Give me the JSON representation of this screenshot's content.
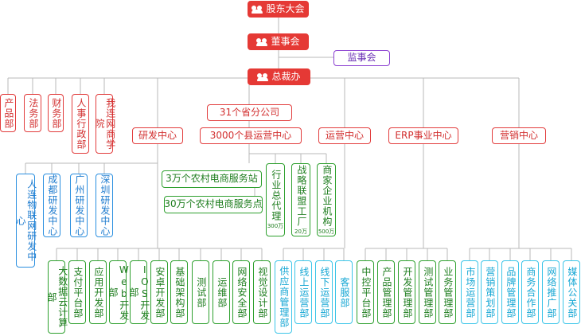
{
  "nodes": [
    {
      "id": "shareholders",
      "label": "股东大会",
      "color": "red",
      "filled": true,
      "icon": "people-icon"
    },
    {
      "id": "board",
      "label": "董事会",
      "color": "red",
      "filled": true,
      "icon": "people-icon"
    },
    {
      "id": "supervisors",
      "label": "监事会",
      "color": "purple"
    },
    {
      "id": "ceo-office",
      "label": "总裁办",
      "color": "red",
      "filled": true,
      "icon": "people-icon"
    },
    {
      "id": "product-dept",
      "label": "产品部",
      "color": "red"
    },
    {
      "id": "legal-dept",
      "label": "法务部",
      "color": "red"
    },
    {
      "id": "finance-dept",
      "label": "财务部",
      "color": "red"
    },
    {
      "id": "hr-admin-dept",
      "label": "人事行政部",
      "color": "red"
    },
    {
      "id": "ecommerce-school",
      "label": "我连网商学院",
      "color": "red"
    },
    {
      "id": "provincial-branches",
      "label": "31个省分公司",
      "color": "red"
    },
    {
      "id": "rd-center",
      "label": "研发中心",
      "color": "red"
    },
    {
      "id": "county-ops-center",
      "label": "3000个县运营中心",
      "color": "red"
    },
    {
      "id": "ops-center",
      "label": "运营中心",
      "color": "red"
    },
    {
      "id": "erp-division",
      "label": "ERP事业中心",
      "color": "red"
    },
    {
      "id": "marketing-center",
      "label": "营销中心",
      "color": "red"
    },
    {
      "id": "iot-rd-center",
      "label": "人连物联网研发中心",
      "color": "blue"
    },
    {
      "id": "chengdu-rd-center",
      "label": "成都研发中心",
      "color": "blue"
    },
    {
      "id": "guangzhou-rd-center",
      "label": "广州研发中心",
      "color": "blue"
    },
    {
      "id": "shenzhen-rd-center",
      "label": "深圳研发中心",
      "color": "blue"
    },
    {
      "id": "rural-stations-30k-a",
      "label": "3万个农村电商服务站",
      "color": "green"
    },
    {
      "id": "rural-stations-30k-b",
      "label": "30万个农村电商服务点",
      "color": "green"
    },
    {
      "id": "general-agent",
      "label": "行业总代理",
      "sub": "300万",
      "color": "green"
    },
    {
      "id": "strategic-alliance",
      "label": "战略联盟工厂",
      "sub": "20万",
      "color": "green"
    },
    {
      "id": "merchant-orgs",
      "label": "商家企业机构",
      "sub": "500万",
      "color": "green"
    },
    {
      "id": "big-data-dept",
      "label": "大数据云计算部",
      "color": "green"
    },
    {
      "id": "payment-dept",
      "label": "支付平台部",
      "color": "green"
    },
    {
      "id": "app-dev-dept",
      "label": "应用开发部",
      "color": "green"
    },
    {
      "id": "web-dev-dept",
      "label": "Web开发部",
      "color": "green"
    },
    {
      "id": "ios-dev-dept",
      "label": "IOS开发部",
      "color": "green"
    },
    {
      "id": "android-dev-dept",
      "label": "安卓开发部",
      "color": "green"
    },
    {
      "id": "infra-dept",
      "label": "基础架构部",
      "color": "green"
    },
    {
      "id": "testing-dept",
      "label": "测试部",
      "color": "green"
    },
    {
      "id": "ops-maint-dept",
      "label": "运维部",
      "color": "green"
    },
    {
      "id": "net-security-dept",
      "label": "网络安全部",
      "color": "green"
    },
    {
      "id": "visual-design-dept",
      "label": "视觉设计部",
      "color": "green"
    },
    {
      "id": "supply-chain-dept",
      "label": "供应商管理部",
      "color": "cyan"
    },
    {
      "id": "online-ops-dept",
      "label": "线上运营部",
      "color": "cyan"
    },
    {
      "id": "offline-ops-dept",
      "label": "线下运营部",
      "color": "cyan"
    },
    {
      "id": "customer-service-dept",
      "label": "客服部",
      "color": "cyan"
    },
    {
      "id": "control-platform-dept",
      "label": "中控平台部",
      "color": "green"
    },
    {
      "id": "product-mgmt-dept",
      "label": "产品管理部",
      "color": "green"
    },
    {
      "id": "dev-mgmt-dept",
      "label": "开发管理部",
      "color": "green"
    },
    {
      "id": "test-mgmt-dept",
      "label": "测试管理部",
      "color": "green"
    },
    {
      "id": "business-mgmt-dept",
      "label": "业务管理部",
      "color": "green"
    },
    {
      "id": "market-ops-dept",
      "label": "市场运营部",
      "color": "cyan"
    },
    {
      "id": "sales-planning-dept",
      "label": "营销策划部",
      "color": "cyan"
    },
    {
      "id": "brand-mgmt-dept",
      "label": "品牌管理部",
      "color": "cyan"
    },
    {
      "id": "business-coop-dept",
      "label": "商务合作部",
      "color": "cyan"
    },
    {
      "id": "online-promo-dept",
      "label": "网络推广部",
      "color": "cyan"
    },
    {
      "id": "media-pr-dept",
      "label": "媒体公关部",
      "color": "cyan"
    }
  ],
  "colors": {
    "red": "#e23d3d",
    "purple": "#8a3fd1",
    "blue": "#2a8fe0",
    "green": "#2ea02e",
    "cyan": "#3cc5e8",
    "line": "#b9b9b9"
  }
}
